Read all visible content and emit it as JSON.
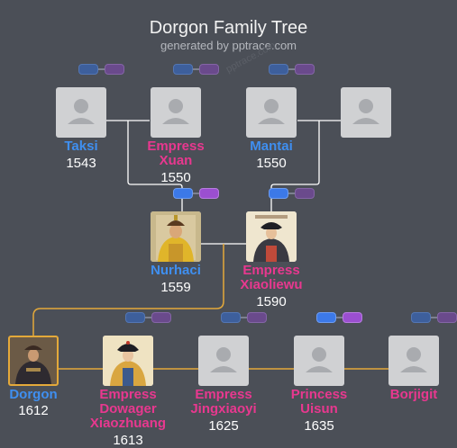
{
  "header": {
    "title": "Dorgon Family Tree",
    "subtitle": "generated by pptrace.com",
    "watermark": "pptrace.com"
  },
  "people": {
    "taksi": {
      "name": "Taksi",
      "year": "1543",
      "gender": "male"
    },
    "empress_xuan": {
      "name": "Empress Xuan",
      "year": "1550",
      "gender": "female"
    },
    "mantai": {
      "name": "Mantai",
      "year": "1550",
      "gender": "male"
    },
    "unknown_spouse": {
      "name": "",
      "year": "",
      "gender": "female"
    },
    "nurhaci": {
      "name": "Nurhaci",
      "year": "1559",
      "gender": "male"
    },
    "empress_xiaoliewu": {
      "name": "Empress Xiaoliewu",
      "year": "1590",
      "gender": "female"
    },
    "dorgon": {
      "name": "Dorgon",
      "year": "1612",
      "gender": "male"
    },
    "empress_dowager_xiaozhuang": {
      "name": "Empress Dowager Xiaozhuang",
      "year": "1613",
      "gender": "female"
    },
    "empress_jingxiaoyi": {
      "name": "Empress Jingxiaoyi",
      "year": "1625",
      "gender": "female"
    },
    "princess_uisun": {
      "name": "Princess Uisun",
      "year": "1635",
      "gender": "female"
    },
    "borjigit": {
      "name": "Borjigit",
      "year": "",
      "gender": "female"
    }
  },
  "colors": {
    "background": "#4b4f57",
    "male": "#3f8ff0",
    "female": "#e8388f",
    "highlight": "#e4a93a",
    "connector": "#ffffff"
  },
  "icons": {
    "placeholder": "person-silhouette-icon",
    "expand_parents": "expand-parents-toggle",
    "expand_spouse": "expand-spouse-toggle"
  }
}
